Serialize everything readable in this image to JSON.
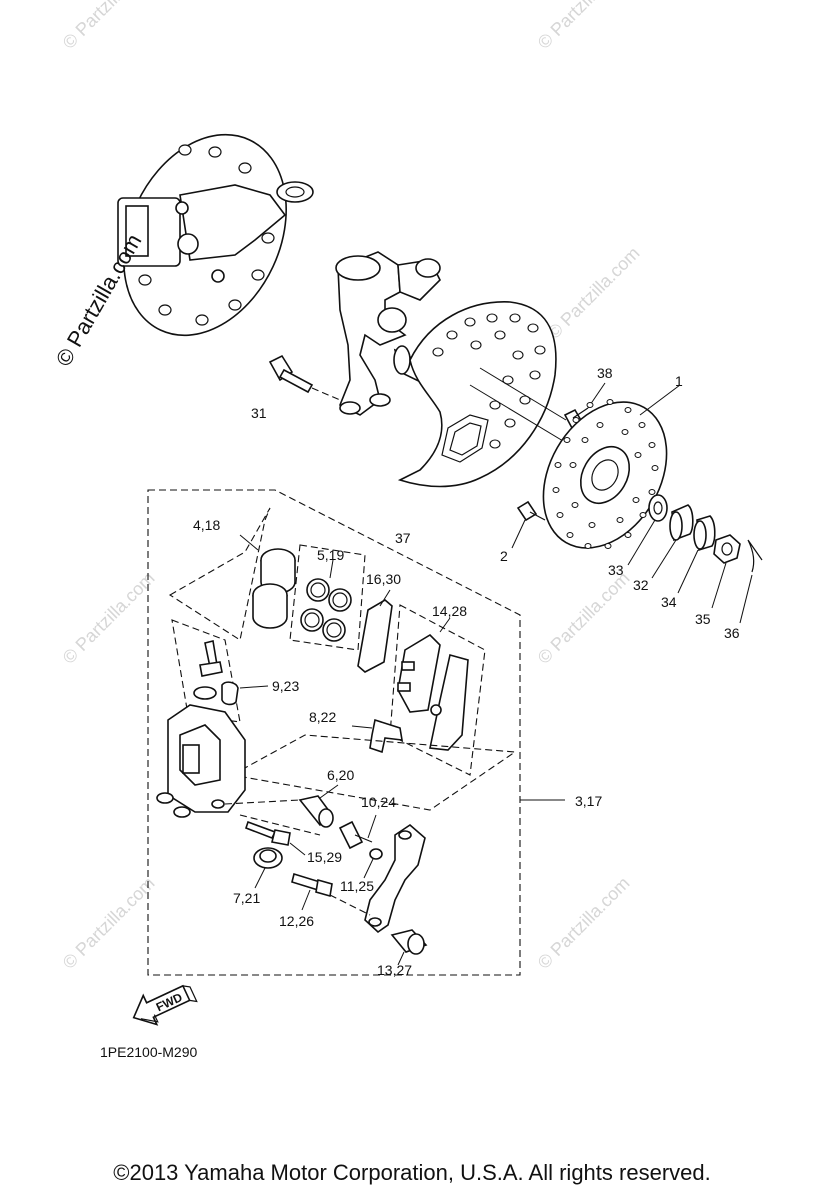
{
  "watermark": {
    "text": "© Partzilla.com"
  },
  "diagram": {
    "code": "1PE2100-M290",
    "fwd_label": "FWD",
    "callouts": {
      "c1": "1",
      "c2": "2",
      "c3_17": "3,17",
      "c4_18": "4,18",
      "c5_19": "5,19",
      "c6_20": "6,20",
      "c7_21": "7,21",
      "c8_22": "8,22",
      "c9_23": "9,23",
      "c10_24": "10,24",
      "c11_25": "11,25",
      "c12_26": "12,26",
      "c13_27": "13,27",
      "c14_28": "14,28",
      "c15_29": "15,29",
      "c16_30": "16,30",
      "c31": "31",
      "c32": "32",
      "c33": "33",
      "c34": "34",
      "c35": "35",
      "c36": "36",
      "c37": "37",
      "c38": "38"
    }
  },
  "footer": {
    "copyright": "©2013  Yamaha Motor Corporation, U.S.A. All rights reserved."
  }
}
